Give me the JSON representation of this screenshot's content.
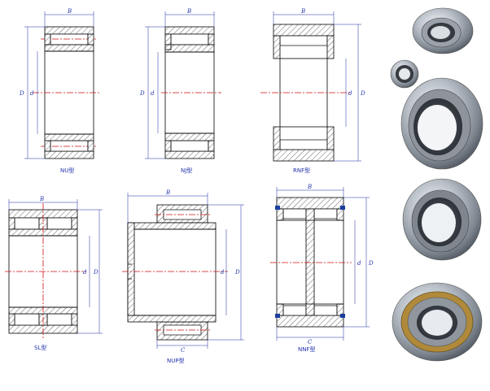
{
  "figures": [
    {
      "id": "nu",
      "type_label": "NU型",
      "dims": {
        "width": "B",
        "outer": "D",
        "inner": "d"
      }
    },
    {
      "id": "nj",
      "type_label": "NJ型",
      "dims": {
        "width": "B",
        "outer": "D",
        "inner": "d"
      }
    },
    {
      "id": "rnf",
      "type_label": "RNF型",
      "dims": {
        "width": "B",
        "outer": "D",
        "inner": "d"
      }
    },
    {
      "id": "sl",
      "type_label": "SL型",
      "dims": {
        "width": "B",
        "outer": "D",
        "inner": "d"
      }
    },
    {
      "id": "nup",
      "type_label": "NUP型",
      "dims": {
        "width": "B",
        "outer": "D",
        "inner": "d",
        "width_c": "C"
      }
    },
    {
      "id": "nnf",
      "type_label": "NNF型",
      "dims": {
        "width": "B",
        "outer": "D",
        "inner": "d",
        "width_c": "C"
      }
    }
  ],
  "photos": [
    {
      "name": "single-row-photo"
    },
    {
      "name": "small-bearing-photo"
    },
    {
      "name": "double-row-photo"
    },
    {
      "name": "full-complement-photo"
    },
    {
      "name": "brass-cage-photo"
    }
  ],
  "colors": {
    "dimension": "#1a2aa0",
    "centerline": "#d01010",
    "seal": "#1b3fa0",
    "brass": "#b08a3a"
  }
}
